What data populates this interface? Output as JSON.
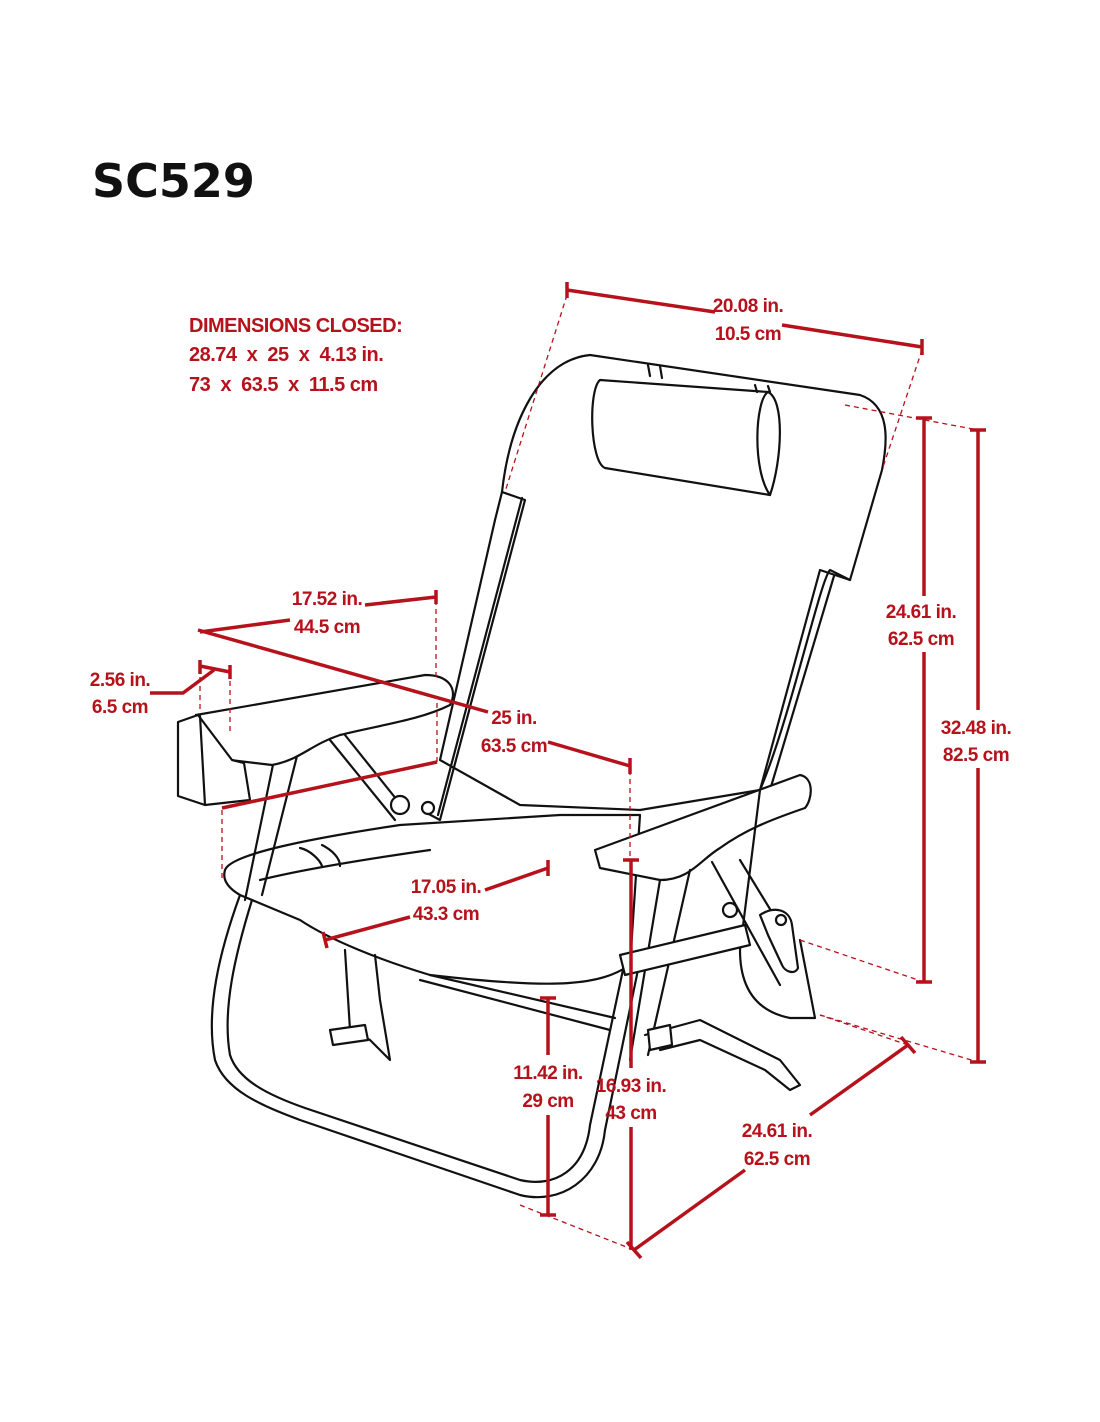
{
  "title": "SC529",
  "colors": {
    "accent": "#b5121b",
    "line": "#111111"
  },
  "closed": {
    "heading": "DIMENSIONS CLOSED:",
    "inches": "28.74  x  25  x  4.13 in.",
    "cm": "73  x  63.5  x  11.5 cm"
  },
  "dims": {
    "top_width": {
      "in": "20.08 in.",
      "cm": "10.5 cm"
    },
    "back_height": {
      "in": "24.61 in.",
      "cm": "62.5 cm"
    },
    "total_height": {
      "in": "32.48 in.",
      "cm": "82.5 cm"
    },
    "arm_length": {
      "in": "17.52 in.",
      "cm": "44.5 cm"
    },
    "arm_width": {
      "in": "2.56 in.",
      "cm": "6.5 cm"
    },
    "total_width": {
      "in": "25 in.",
      "cm": "63.5 cm"
    },
    "seat_depth": {
      "in": "17.05 in.",
      "cm": "43.3 cm"
    },
    "seat_height": {
      "in": "11.42 in.",
      "cm": "29 cm"
    },
    "arm_height": {
      "in": "16.93 in.",
      "cm": "43 cm"
    },
    "depth": {
      "in": "24.61 in.",
      "cm": "62.5 cm"
    }
  }
}
